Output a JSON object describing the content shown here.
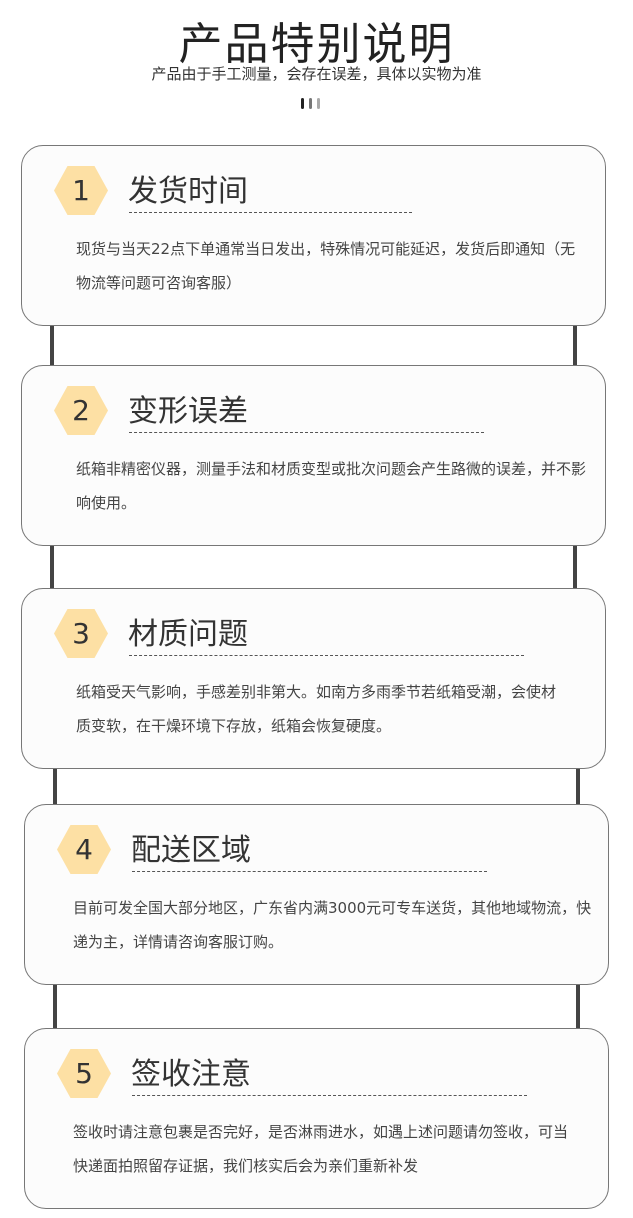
{
  "header": {
    "title": "产品特别说明",
    "subtitle": "产品由于手工测量，会存在误差，具体以实物为准"
  },
  "colors": {
    "badge": "#fde0a4",
    "rope": "#444444"
  },
  "cards": [
    {
      "number": "1",
      "title": "发货时间",
      "body": "现货与当天22点下单通常当日发出，特殊情况可能延迟，发货后即通知（无物流等问题可咨询客服）"
    },
    {
      "number": "2",
      "title": "变形误差",
      "body": "纸箱非精密仪器，测量手法和材质变型或批次问题会产生路微的误差，并不影响使用。"
    },
    {
      "number": "3",
      "title": "材质问题",
      "body": "纸箱受天气影响，手感差别非第大。如南方多雨季节若纸箱受潮，会使材质变软，在干燥环境下存放，纸箱会恢复硬度。"
    },
    {
      "number": "4",
      "title": "配送区域",
      "body": "目前可发全国大部分地区，广东省内满3000元可专车送货，其他地域物流，快递为主，详情请咨询客服订购。"
    },
    {
      "number": "5",
      "title": "签收注意",
      "body": "签收时请注意包裹是否完好，是否淋雨进水，如遇上述问题请勿签收，可当快递面拍照留存证据，我们核实后会为亲们重新补发"
    }
  ]
}
